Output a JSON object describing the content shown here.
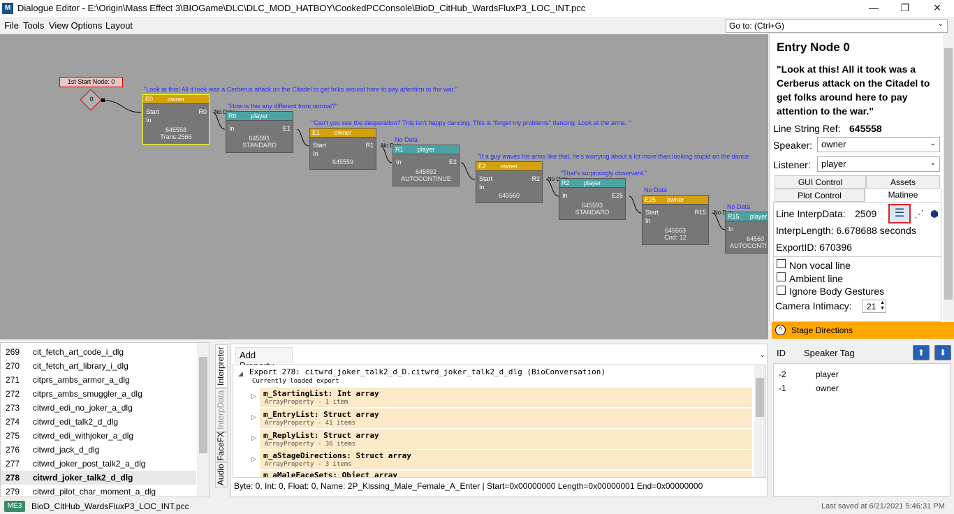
{
  "title_bar": {
    "title": "Dialogue Editor - E:\\Origin\\Mass Effect 3\\BIOGame\\DLC\\DLC_MOD_HATBOY\\CookedPCConsole\\BioD_CitHub_WardsFluxP3_LOC_INT.pcc",
    "app_icon": "M",
    "minimize": "—",
    "restore": "❐",
    "close": "✕"
  },
  "menu": {
    "items": [
      "File",
      "Tools",
      "View Options",
      "Layout"
    ],
    "goto_label": "Go to: (Ctrl+G)"
  },
  "graph": {
    "start_node_label": "1st Start Node: 0",
    "start_diamond_value": "0",
    "nodes": [
      {
        "id": "E0",
        "role": "owner",
        "type": "owner",
        "line": "645558",
        "sub": "Trans:2566",
        "out": "R0",
        "quote": "\"Look at this! All it took was a Cerberus attack on the Citadel to get folks around here to pay attention to the war.\""
      },
      {
        "id": "R0",
        "role": "player",
        "type": "player",
        "line": "645591",
        "sub": "STANDARD",
        "out": "E1",
        "quote": "\"How is this any different from normal?\""
      },
      {
        "id": "E1",
        "role": "owner",
        "type": "owner",
        "line": "645559",
        "sub": "",
        "out": "R1",
        "quote": "\"Can't you see the desperation? This isn't happy dancing. This is \"forget my problems\" dancing. Look at the arms. \""
      },
      {
        "id": "R1",
        "role": "player",
        "type": "player",
        "line": "645592",
        "sub": "AUTOCONTINUE",
        "out": "E2",
        "quote": "No Data"
      },
      {
        "id": "E2",
        "role": "owner",
        "type": "owner",
        "line": "645560",
        "sub": "",
        "out": "R2",
        "quote": "\"If a guy waves his arms like that, he's worrying about a lot more than looking stupid on the dance"
      },
      {
        "id": "R2",
        "role": "player",
        "type": "player",
        "line": "645593",
        "sub": "STANDARD",
        "out": "E25",
        "quote": "\"That's surprisingly observant.\""
      },
      {
        "id": "E25",
        "role": "owner",
        "type": "owner",
        "line": "645563",
        "sub": "Cnd: 12",
        "out": "R15",
        "quote": "No Data"
      },
      {
        "id": "R15",
        "role": "player",
        "type": "player",
        "line": "64560",
        "sub": "AUTOCONTI",
        "out": "",
        "quote": "No Data"
      }
    ],
    "start_label": "Start",
    "in_label": "In",
    "no_data": "No Data"
  },
  "entry": {
    "heading": "Entry Node 0",
    "quote": "\"Look at this! All it took was a Cerberus attack on the Citadel to get folks around here to pay attention to the war.\"",
    "line_ref_label": "Line String Ref:",
    "line_ref_value": "645558",
    "speaker_label": "Speaker:",
    "speaker_value": "owner",
    "listener_label": "Listener:",
    "listener_value": "player",
    "tabs": [
      "GUI Control",
      "Assets",
      "Plot Control",
      "Matinee"
    ],
    "interp_label": "Line InterpData:",
    "interp_value": "2509",
    "interp_length": "InterpLength:  6.678688 seconds",
    "export_id": "ExportID:  670396",
    "checks": [
      "Non vocal line",
      "Ambient line",
      "Ignore Body Gestures"
    ],
    "camera_label": "Camera Intimacy:",
    "camera_value": "21",
    "stage_directions": "Stage Directions"
  },
  "export_list": {
    "items": [
      {
        "num": "269",
        "name": "cit_fetch_art_code_i_dlg"
      },
      {
        "num": "270",
        "name": "cit_fetch_art_library_i_dlg"
      },
      {
        "num": "271",
        "name": "citprs_ambs_armor_a_dlg"
      },
      {
        "num": "272",
        "name": "citprs_ambs_smuggler_a_dlg"
      },
      {
        "num": "273",
        "name": "citwrd_edi_no_joker_a_dlg"
      },
      {
        "num": "274",
        "name": "citwrd_edi_talk2_d_dlg"
      },
      {
        "num": "275",
        "name": "citwrd_edi_withjoker_a_dlg"
      },
      {
        "num": "276",
        "name": "citwrd_jack_d_dlg"
      },
      {
        "num": "277",
        "name": "citwrd_joker_post_talk2_a_dlg"
      },
      {
        "num": "278",
        "name": "citwrd_joker_talk2_d_dlg"
      },
      {
        "num": "279",
        "name": "citwrd_pilot_char_moment_a_dlg"
      }
    ]
  },
  "interpreter": {
    "side_tabs": [
      "Interpreter",
      "InterpData",
      "FaceFX",
      "Audio"
    ],
    "add_property": "Add Property",
    "export_title": "Export 278: citwrd_joker_talk2_d_D.citwrd_joker_talk2_d_dlg (BioConversation)",
    "export_sub": "Currently loaded export",
    "properties": [
      {
        "name": "m_StartingList: Int array",
        "sub": "ArrayProperty - 1 item"
      },
      {
        "name": "m_EntryList: Struct array",
        "sub": "ArrayProperty - 41 items"
      },
      {
        "name": "m_ReplyList: Struct array",
        "sub": "ArrayProperty - 36 items"
      },
      {
        "name": "m_aStageDirections: Struct array",
        "sub": "ArrayProperty - 3 items"
      },
      {
        "name": "m_aMaleFaceSets: Object array",
        "sub": ""
      }
    ],
    "status": "Byte: 0, Int: 0, Float: 0, Name: 2P_Kissing_Male_Female_A_Enter | Start=0x00000000 Length=0x00000001 End=0x00000000"
  },
  "speakers": {
    "col_id": "ID",
    "col_tag": "Speaker Tag",
    "rows": [
      {
        "id": "-2",
        "tag": "player"
      },
      {
        "id": "-1",
        "tag": "owner"
      }
    ]
  },
  "status_bar": {
    "game_badge": "ME3",
    "file": "BioD_CitHub_WardsFluxP3_LOC_INT.pcc",
    "saved": "Last saved at 6/21/2021 5:46:31 PM"
  },
  "colors": {
    "owner_header": "#d4a10c",
    "player_header": "#4aa4a4",
    "stage_directions": "#ffa600",
    "quote_text": "#2a2aff"
  }
}
